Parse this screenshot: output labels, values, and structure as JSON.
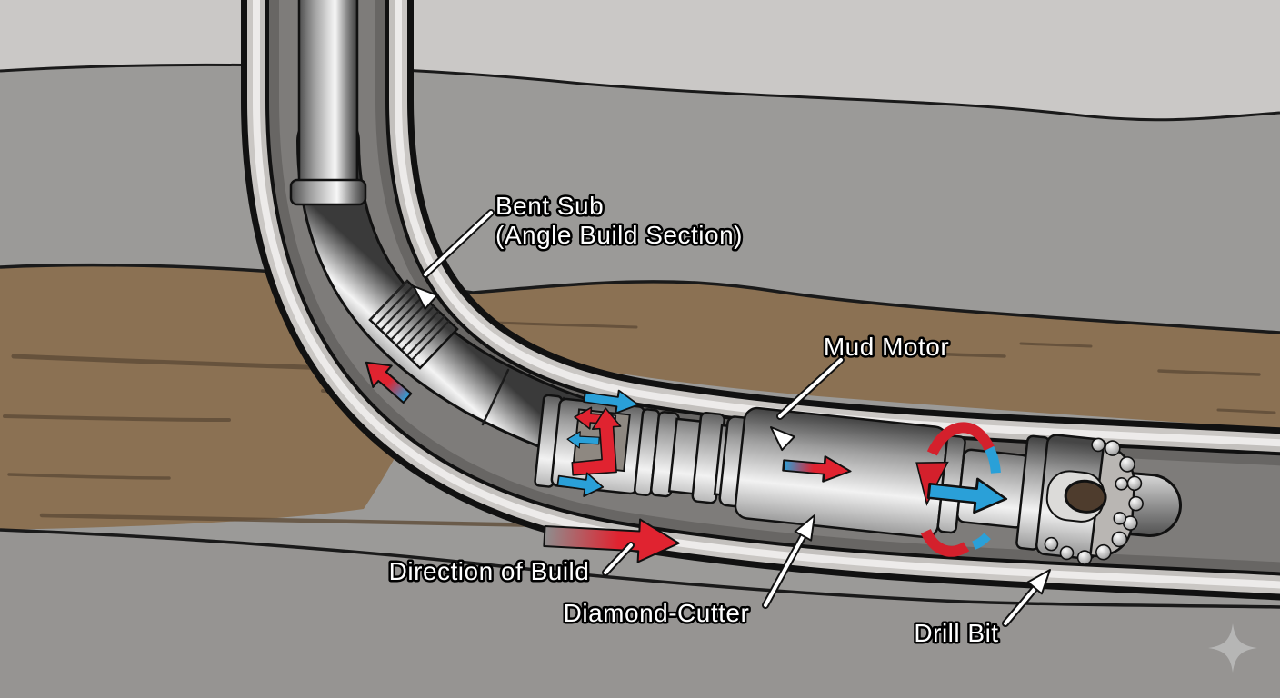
{
  "diagram": {
    "subject": "Directional drilling bottom-hole assembly illustration",
    "labels": {
      "bent_sub_line1": "Bent Sub",
      "bent_sub_line2": "(Angle Build Section)",
      "mud_motor": "Mud Motor",
      "direction_of_build": "Direction of Build",
      "diamond_cutter": "Diamond-Cutter",
      "drill_bit": "Drill Bit"
    },
    "colors": {
      "surface_gray": "#cac8c6",
      "rock_gray_upper": "#9b9a98",
      "rock_gray_lower": "#969492",
      "soil_brown": "#8b7153",
      "soil_streak": "#5e4b37",
      "casing_light": "#cac7c4",
      "bore_interior": "#6b6967",
      "steel_dark": "#3f3f3f",
      "steel_highlight": "#f6f6f6",
      "flow_red": "#e02330",
      "flow_blue": "#2aa0d8",
      "label_text": "#ffffff",
      "label_outline": "#000000",
      "watermark_gray": "#b9b9b9"
    },
    "flow_arrows": [
      {
        "name": "annulus-return-arrow-bend",
        "color": "blue-to-red",
        "direction": "up-left"
      },
      {
        "name": "annulus-flow-top",
        "color": "blue",
        "direction": "right"
      },
      {
        "name": "joint-return-arrow",
        "color": "red",
        "direction": "left"
      },
      {
        "name": "joint-annulus-arrow",
        "color": "blue",
        "direction": "left"
      },
      {
        "name": "joint-uptake-arrow",
        "color": "red",
        "direction": "up"
      },
      {
        "name": "annulus-flow-bottom",
        "color": "blue",
        "direction": "right"
      },
      {
        "name": "motor-internal-flow",
        "color": "blue-to-red",
        "direction": "right"
      },
      {
        "name": "bit-rotation-arrow",
        "color": "red-with-blue",
        "direction": "rotation"
      },
      {
        "name": "bit-flow-arrow",
        "color": "blue",
        "direction": "right"
      },
      {
        "name": "direction-of-build-arrow",
        "color": "gray-to-red",
        "direction": "right"
      }
    ],
    "watermark": {
      "icon": "sparkle-icon"
    }
  }
}
